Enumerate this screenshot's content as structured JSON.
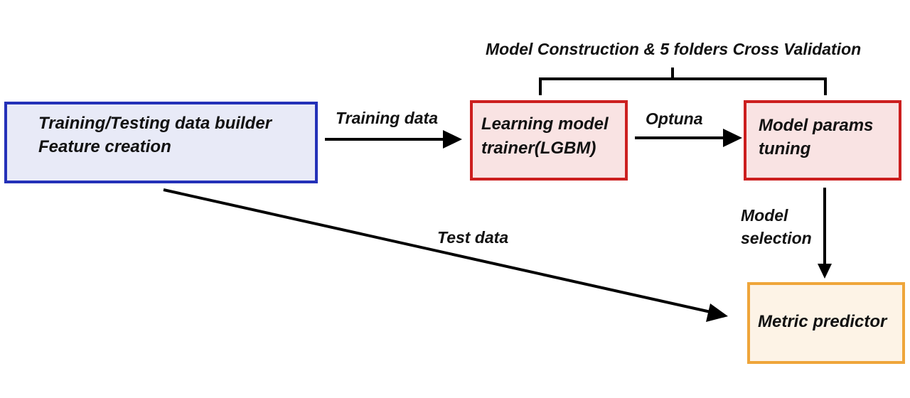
{
  "colors": {
    "blue_border": "#2431b8",
    "blue_fill": "#e8eaf7",
    "red_border": "#cc1f1f",
    "red_fill": "#f9e3e3",
    "orange_border": "#efa53a",
    "orange_fill": "#fdf3e6",
    "line": "#000000"
  },
  "nodes": {
    "builder": {
      "line1": "Training/Testing data builder",
      "line2": "Feature creation"
    },
    "trainer": {
      "line1": "Learning model",
      "line2": "trainer(LGBM)"
    },
    "tuning": {
      "line1": "Model params",
      "line2": "tuning"
    },
    "predictor": {
      "line1": "Metric predictor"
    }
  },
  "edges": {
    "training_data": "Training data",
    "optuna": "Optuna",
    "test_data": "Test data",
    "model_selection_line1": "Model",
    "model_selection_line2": "selection"
  },
  "bracket_label": "Model Construction & 5 folders Cross Validation"
}
